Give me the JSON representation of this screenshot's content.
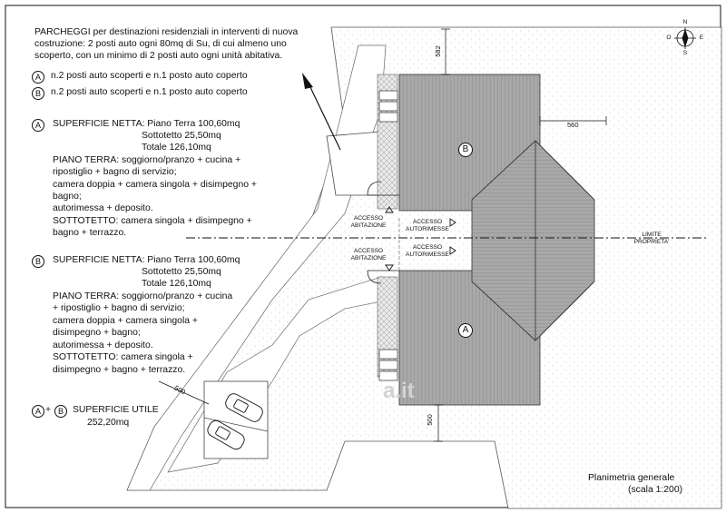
{
  "parking_note": {
    "lines": [
      "PARCHEGGI per destinazioni residenziali in interventi di nuova",
      "costruzione: 2 posti auto ogni 80mq di Su, di cui almeno uno",
      "scoperto, con un minimo di 2 posti auto ogni unità abitativa."
    ],
    "item_a": {
      "letter": "A",
      "text": "n.2 posti auto scoperti e n.1 posto auto coperto"
    },
    "item_b": {
      "letter": "B",
      "text": "n.2 posti auto scoperti e n.1 posto auto coperto"
    }
  },
  "unit_a": {
    "letter": "A",
    "lines": [
      "SUPERFICIE NETTA: Piano Terra 100,60mq",
      "Sottotetto 25,50mq",
      "Totale 126,10mq",
      "PIANO TERRA: soggiorno/pranzo + cucina +",
      "ripostiglio + bagno di servizio;",
      "camera doppia + camera singola + disimpegno +",
      "bagno;",
      "autorimessa + deposito.",
      "SOTTOTETTO: camera singola + disimpegno +",
      "bagno + terrazzo."
    ]
  },
  "unit_b": {
    "letter": "B",
    "lines": [
      "SUPERFICIE NETTA: Piano Terra 100,60mq",
      "Sottotetto 25,50mq",
      "Totale 126,10mq",
      "PIANO TERRA: soggiorno/pranzo + cucina",
      "+ ripostiglio + bagno di servizio;",
      "camera doppia + camera singola +",
      "disimpegno + bagno;",
      "autorimessa + deposito.",
      "SOTTOTETTO: camera singola +",
      "disimpegno + bagno + terrazzo."
    ]
  },
  "total": {
    "letter_a": "A",
    "plus": "+",
    "letter_b": "B",
    "label": "SUPERFICIE UTILE",
    "value": "252,20mq"
  },
  "plan": {
    "access_upper_home": [
      "ACCESSO",
      "ABITAZIONE"
    ],
    "access_upper_garage": [
      "ACCESSO",
      "AUTORIMESSE"
    ],
    "access_lower_home": [
      "ACCESSO",
      "ABITAZIONE"
    ],
    "access_lower_garage": [
      "ACCESSO",
      "AUTORIMESSE"
    ],
    "limit": [
      "LIMITE",
      "PROPRIETA'"
    ],
    "dim_top": "582",
    "dim_right": "560",
    "dim_bottom": "500",
    "dim_left": "500",
    "label_a": "A",
    "label_b": "B",
    "watermark": "a.it"
  },
  "compass": {
    "n": "N",
    "s": "S",
    "e": "E",
    "o": "O"
  },
  "footer": {
    "title": "Planimetria generale",
    "scale": "(scala 1:200)"
  },
  "colors": {
    "stipple": "#c9c9c9",
    "roof": "#9a9a9a",
    "line": "#111111"
  }
}
